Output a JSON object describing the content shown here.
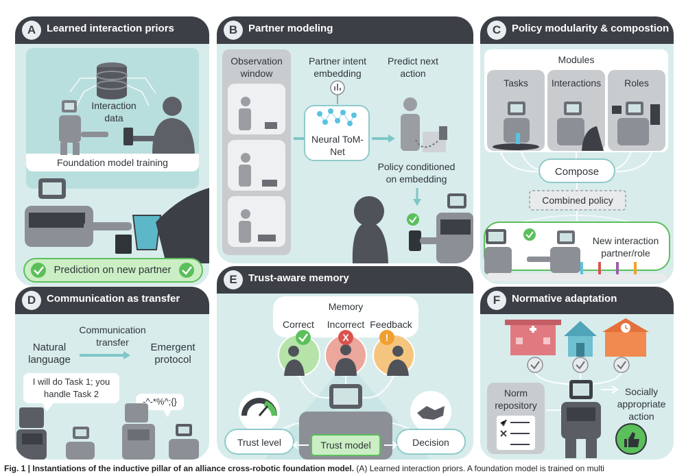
{
  "panels": {
    "a": {
      "letter": "A",
      "title": "Learned interaction priors",
      "data_label": "Interaction data",
      "training_label": "Foundation model training",
      "prediction_label": "Prediction on new partner"
    },
    "b": {
      "letter": "B",
      "title": "Partner modeling",
      "observation": "Observation window",
      "intent": "Partner intent embedding",
      "predict": "Predict next action",
      "net": "Neural ToM-Net",
      "policy": "Policy conditioned on embedding"
    },
    "c": {
      "letter": "C",
      "title": "Policy modularity & compostion",
      "modules": "Modules",
      "tasks": "Tasks",
      "interactions": "Interactions",
      "roles": "Roles",
      "compose": "Compose",
      "combined": "Combined policy",
      "new_partner": "New interaction partner/role"
    },
    "d": {
      "letter": "D",
      "title": "Communication as transfer",
      "natural": "Natural language",
      "transfer": "Communication transfer",
      "emergent": "Emergent protocol",
      "speech": "I will do Task 1; you handle Task 2",
      "glyphs": "-^-*%^;{}"
    },
    "e": {
      "letter": "E",
      "title": "Trust-aware memory",
      "memory": "Memory",
      "correct": "Correct",
      "incorrect": "Incorrect",
      "feedback": "Feedback",
      "trust_level": "Trust level",
      "trust_model": "Trust model",
      "decision": "Decision",
      "x_mark": "X",
      "bang_mark": "!"
    },
    "f": {
      "letter": "F",
      "title": "Normative adaptation",
      "norm": "Norm repository",
      "social": "Socially appropriate action"
    }
  },
  "caption": {
    "bold": "Fig. 1 | Instantiations of the inductive pillar of an alliance cross-robotic foundation model.",
    "rest": " (A) Learned interaction priors. A foundation model is trained on multi"
  },
  "colors": {
    "panel_bg": "#d8ecec",
    "header": "#3c3f45",
    "accent_green": "#5bbf5b",
    "accent_red": "#d9534f",
    "accent_orange": "#f0a030",
    "teal": "#8fcaca"
  }
}
